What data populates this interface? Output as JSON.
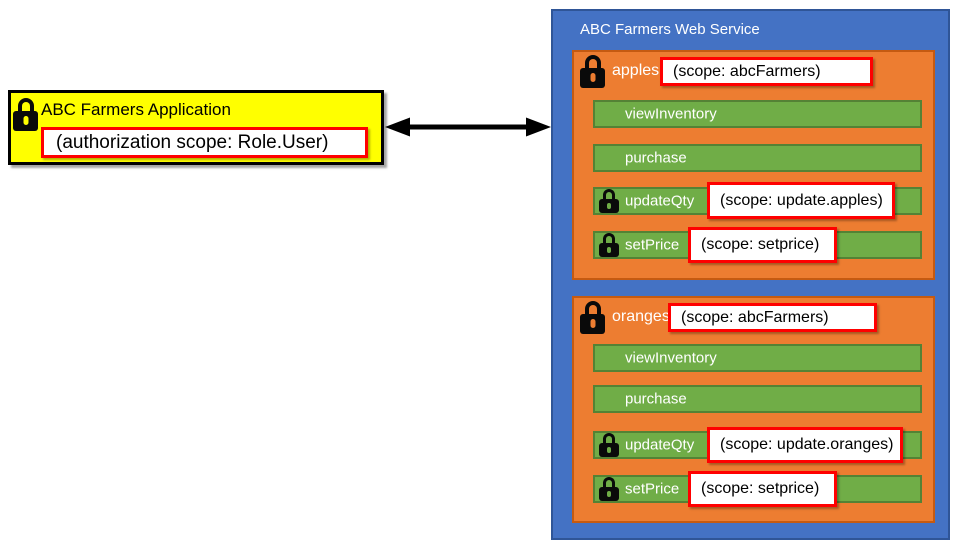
{
  "app": {
    "title": "ABC Farmers Application",
    "scope": "(authorization scope: Role.User)"
  },
  "service": {
    "title": "ABC Farmers Web Service",
    "groups": [
      {
        "name": "apples",
        "scope": "(scope: abcFarmers)",
        "methods": [
          {
            "label": "viewInventory"
          },
          {
            "label": "purchase"
          },
          {
            "label": "updateQty",
            "scope": "(scope: update.apples)"
          },
          {
            "label": "setPrice",
            "scope": "(scope: setprice)"
          }
        ]
      },
      {
        "name": "oranges",
        "scope": "(scope: abcFarmers)",
        "methods": [
          {
            "label": "viewInventory"
          },
          {
            "label": "purchase"
          },
          {
            "label": "updateQty",
            "scope": "(scope: update.oranges)"
          },
          {
            "label": "setPrice",
            "scope": "(scope: setprice)"
          }
        ]
      }
    ]
  },
  "colors": {
    "app_fill": "#FFFF00",
    "service_fill": "#4472C4",
    "service_border": "#2F5597",
    "group_fill": "#ED7D31",
    "method_fill": "#70AD47",
    "method_border": "#548235",
    "highlight_border": "#FF0000",
    "lock": "#000000",
    "arrow": "#000000"
  }
}
